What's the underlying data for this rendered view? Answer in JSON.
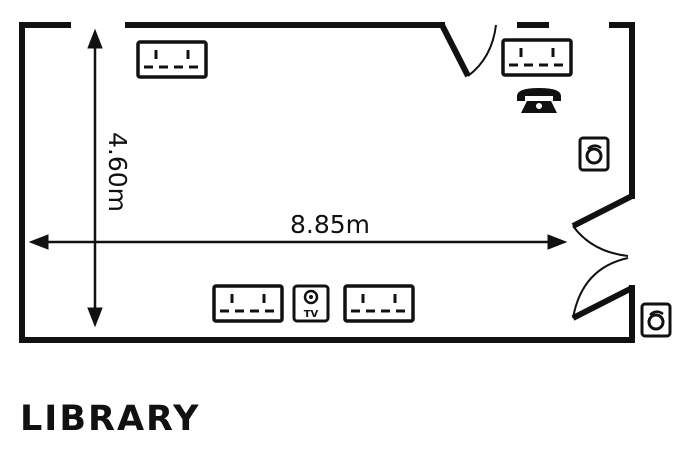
{
  "room": {
    "name": "LIBRARY",
    "width_label": "8.85m",
    "depth_label": "4.60m"
  },
  "symbols": {
    "socket": "double-power-socket-icon",
    "phone": "telephone-icon",
    "tv": "tv-aerial-socket-icon",
    "tv_label": "TV",
    "speaker": "speaker-socket-icon"
  },
  "colors": {
    "ink": "#111111",
    "background": "#ffffff"
  }
}
